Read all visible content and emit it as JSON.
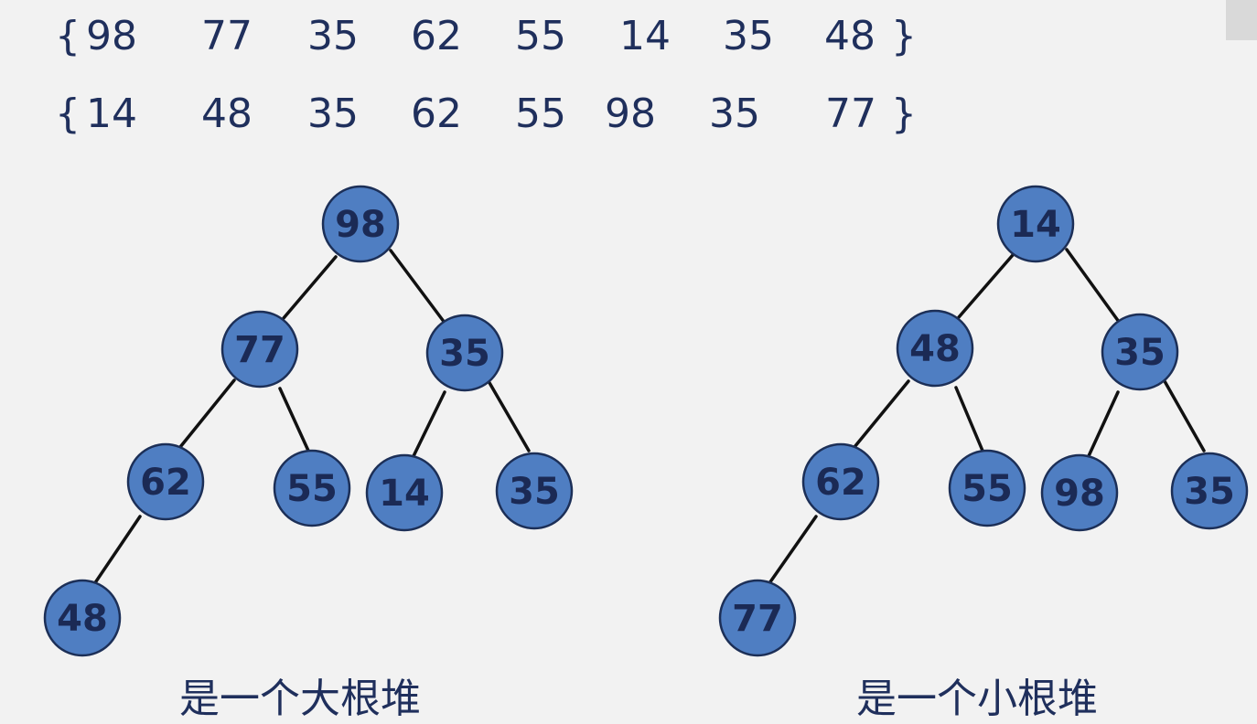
{
  "arrays": [
    {
      "open": "{",
      "close": "}",
      "values": [
        "98",
        "77",
        "35",
        "62",
        "55",
        "14",
        "35",
        "48"
      ]
    },
    {
      "open": "{",
      "close": "}",
      "values": [
        "14",
        "48",
        "35",
        "62",
        "55",
        "98",
        "35",
        "77"
      ]
    }
  ],
  "trees": [
    {
      "caption": "是一个大根堆",
      "nodes": [
        "98",
        "77",
        "35",
        "62",
        "55",
        "14",
        "35",
        "48"
      ]
    },
    {
      "caption": "是一个小根堆",
      "nodes": [
        "14",
        "48",
        "35",
        "62",
        "55",
        "98",
        "35",
        "77"
      ]
    }
  ],
  "colors": {
    "node_fill": "#4f7ec2",
    "node_stroke": "#1c2f57",
    "node_text": "#1b2a55",
    "edge": "#111111",
    "text": "#1f2f5c",
    "background": "#f2f2f2"
  }
}
